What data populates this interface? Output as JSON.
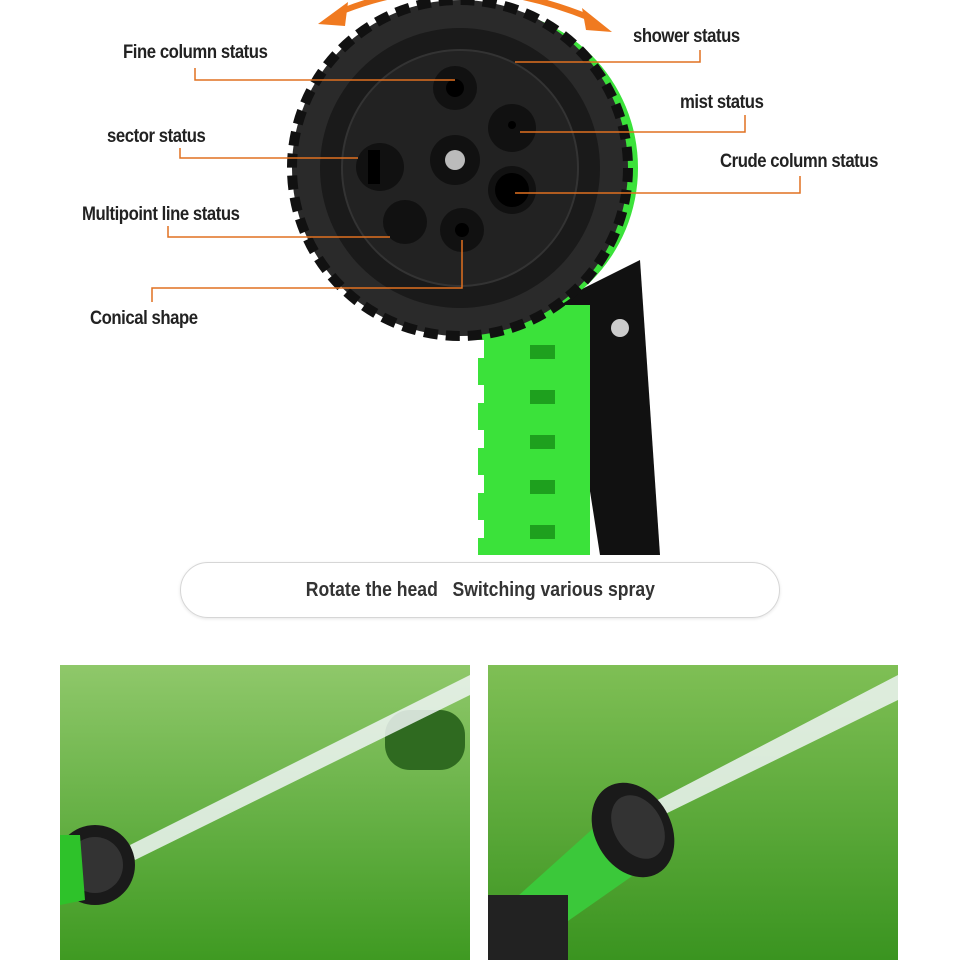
{
  "labels": {
    "fine_column": "Fine column status",
    "shower": "shower status",
    "sector": "sector status",
    "mist": "mist status",
    "crude_column": "Crude column status",
    "multipoint_line": "Multipoint line status",
    "conical": "Conical shape"
  },
  "caption": "Rotate the head   Switching various spray",
  "colors": {
    "leader_line": "#e07020",
    "arrow": "#f07a20",
    "hose_green": "#33dd22",
    "nozzle_black": "#1a1a1a",
    "grass": "#5fb23a"
  }
}
